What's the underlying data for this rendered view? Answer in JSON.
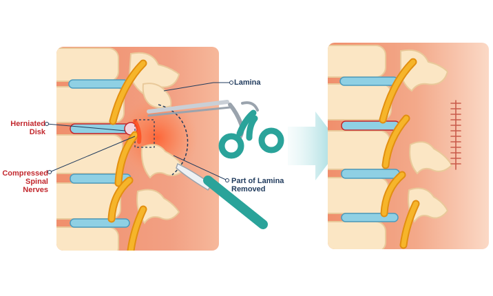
{
  "labels": {
    "lamina": "Lamina",
    "herniated_disk_line1": "Herniated",
    "herniated_disk_line2": "Disk",
    "compressed_nerves_line1": "Compressed",
    "compressed_nerves_line2": "Spinal Nerves",
    "lamina_removed_line1": "Part of Lamina",
    "lamina_removed_line2": "Removed"
  },
  "colors": {
    "skin": "#ee9474",
    "skin_light": "#f6b89b",
    "skin_panel_right": "#f7c8b0",
    "bone": "#fbe6c4",
    "bone_shadow": "#e9c99a",
    "disc": "#8fd0e4",
    "disc_dark": "#4a9bbd",
    "nerve": "#f6b52a",
    "nerve_dark": "#e28f10",
    "inflammation": "#ff6a3c",
    "tool_teal": "#2aa39a",
    "tool_metal": "#c9cfd6",
    "arrow": "#a9dde0",
    "incision": "#c95a4a",
    "text_red": "#c2272d",
    "text_navy": "#1f3a5c"
  },
  "icons": [
    "scissors-icon",
    "scalpel-icon",
    "arrow-right-icon",
    "incision-stitches-icon"
  ]
}
